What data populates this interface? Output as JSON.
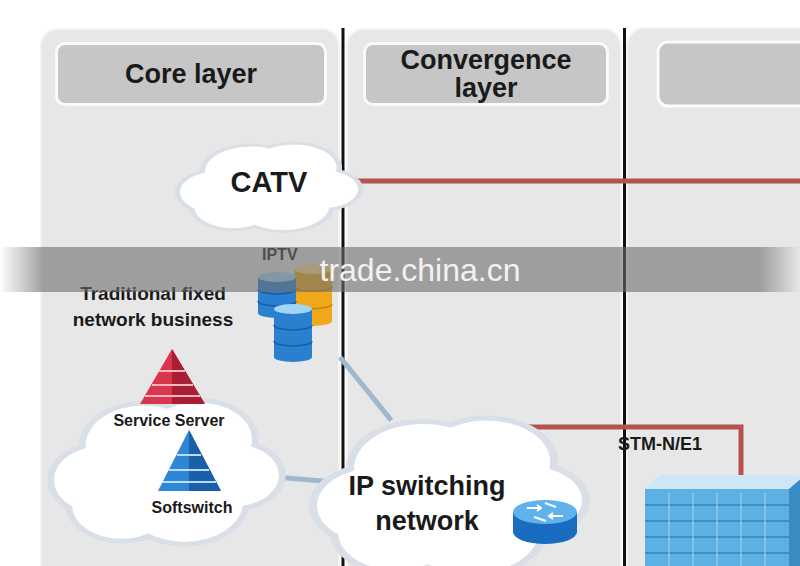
{
  "diagram": {
    "nodes": [
      {
        "text": [
          "Core layer"
        ]
      },
      {
        "text": [
          "CATV"
        ],
        "in": 0
      },
      {
        "text": [
          "IPTV"
        ],
        "in": 0
      },
      {
        "text": [
          "Service Server",
          "Softswitch"
        ],
        "in": 0
      },
      {
        "text": [
          "Convergence layer"
        ]
      },
      {
        "text": [
          "IP switching network"
        ],
        "in": 4
      },
      {
        "text": [
          "STM-N/E1"
        ]
      }
    ],
    "edges": [
      {
        "from": 2,
        "to": 5,
        "arrow": "none"
      },
      {
        "from": 3,
        "to": 5,
        "arrow": "none"
      },
      {
        "from": 5,
        "to": 6,
        "arrow": "none"
      }
    ],
    "labels": [
      "Traditional fixed network business",
      "trade.china.cn"
    ]
  }
}
